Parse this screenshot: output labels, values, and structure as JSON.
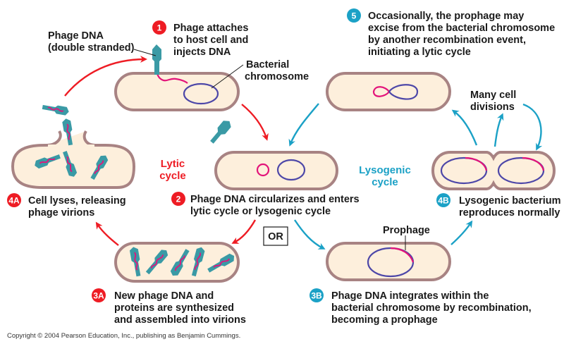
{
  "colors": {
    "lytic": "#ee1c24",
    "lysogenic": "#1ba1c6",
    "cell_fill": "#fdefdc",
    "cell_border": "#a88383",
    "chromosome": "#4d47a8",
    "phage_dna": "#e3147a",
    "phage_body": "#3a9aa5"
  },
  "labels": {
    "phage_dna": [
      "Phage DNA",
      "(double stranded)"
    ],
    "bacterial_chromosome": [
      "Bacterial",
      "chromosome"
    ],
    "prophage": "Prophage",
    "many_cell_divisions": [
      "Many cell",
      "divisions"
    ],
    "or": "OR"
  },
  "cycles": {
    "lytic": [
      "Lytic",
      "cycle"
    ],
    "lysogenic": [
      "Lysogenic",
      "cycle"
    ]
  },
  "steps": {
    "s1": {
      "badge": "1",
      "lines": [
        "Phage attaches",
        "to host cell and",
        "injects DNA"
      ]
    },
    "s2": {
      "badge": "2",
      "lines": [
        "Phage DNA circularizes and enters",
        "lytic cycle or lysogenic cycle"
      ]
    },
    "s3a": {
      "badge": "3A",
      "lines": [
        "New phage DNA and",
        "proteins are synthesized",
        "and assembled into virions"
      ]
    },
    "s4a": {
      "badge": "4A",
      "lines": [
        "Cell lyses, releasing",
        "phage virions"
      ]
    },
    "s3b": {
      "badge": "3B",
      "lines": [
        "Phage DNA integrates within the",
        "bacterial chromosome by recombination,",
        "becoming a prophage"
      ]
    },
    "s4b": {
      "badge": "4B",
      "lines": [
        "Lysogenic bacterium",
        "reproduces normally"
      ]
    },
    "s5": {
      "badge": "5",
      "lines": [
        "Occasionally, the prophage may",
        "excise from the bacterial chromosome",
        "by another recombination event,",
        "initiating a lytic cycle"
      ]
    }
  },
  "copyright": "Copyright © 2004 Pearson Education, Inc., publishing as Benjamin Cummings."
}
